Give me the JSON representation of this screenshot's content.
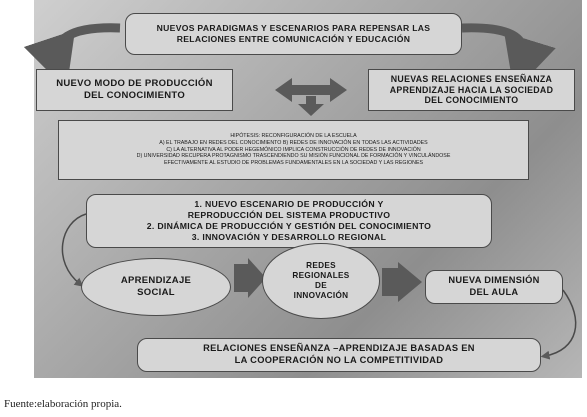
{
  "title": {
    "lines": [
      "NUEVOS PARADIGMAS Y ESCENARIOS PARA REPENSAR LAS",
      "RELACIONES ENTRE COMUNICACIÓN Y EDUCACIÓN"
    ]
  },
  "left_box": {
    "lines": [
      "NUEVO MODO DE PRODUCCIÓN",
      "DEL CONOCIMIENTO"
    ]
  },
  "right_box": {
    "lines": [
      "NUEVAS RELACIONES ENSEÑANZA",
      "APRENDIZAJE HACIA LA SOCIEDAD",
      "DEL CONOCIMIENTO"
    ]
  },
  "hypothesis": {
    "lines": [
      "HIPÓTESIS: RECONFIGURACIÓN DE LA ESCUELA",
      "A) EL TRABAJO EN REDES DEL CONOCIMIENTO  B) REDES DE INNOVACIÓN EN TODAS LAS ACTIVIDADES",
      "C) LA ALTERNATIVA AL PODER HEGEMÓNICO IMPLICA CONSTRUCCIÓN DE REDES DE INNOVACIÓN",
      "D) UNIVERSIDAD RECUPERA PROTAGNISMO TRASCENDIENDO SU MISIÓN FUNCIONAL DE FORMACIÓN Y VINCULÁNDOSE",
      "EFECTIVAMENTE AL ESTUDIO DE PROBLEMAS FUNDAMENTALES EN LA SOCIEDAD Y LAS REGIONES"
    ]
  },
  "scenario": {
    "lines": [
      "1.    NUEVO ESCENARIO DE PRODUCCIÓN Y",
      "REPRODUCCIÓN DEL SISTEMA PRODUCTIVO",
      "2. DINÁMICA DE PRODUCCIÓN Y GESTIÓN DEL CONOCIMIENTO",
      "3. INNOVACIÓN Y DESARROLLO REGIONAL"
    ]
  },
  "social": {
    "lines": [
      "APRENDIZAJE",
      "SOCIAL"
    ]
  },
  "networks": {
    "lines": [
      "REDES",
      "REGIONALES",
      "DE",
      "INNOVACIÓN"
    ]
  },
  "classroom": {
    "lines": [
      "NUEVA DIMENSIÓN",
      "DEL AULA"
    ]
  },
  "bottom": {
    "lines": [
      "RELACIONES ENSEÑANZA –APRENDIZAJE BASADAS EN",
      "LA COOPERACIÓN NO LA COMPETITIVIDAD"
    ]
  },
  "caption": "Fuente:elaboración propia.",
  "colors": {
    "panel": "#a9a9a9",
    "box": "#d6d6d6",
    "arrow": "#5a5a5a",
    "border": "#4a4a4a"
  }
}
